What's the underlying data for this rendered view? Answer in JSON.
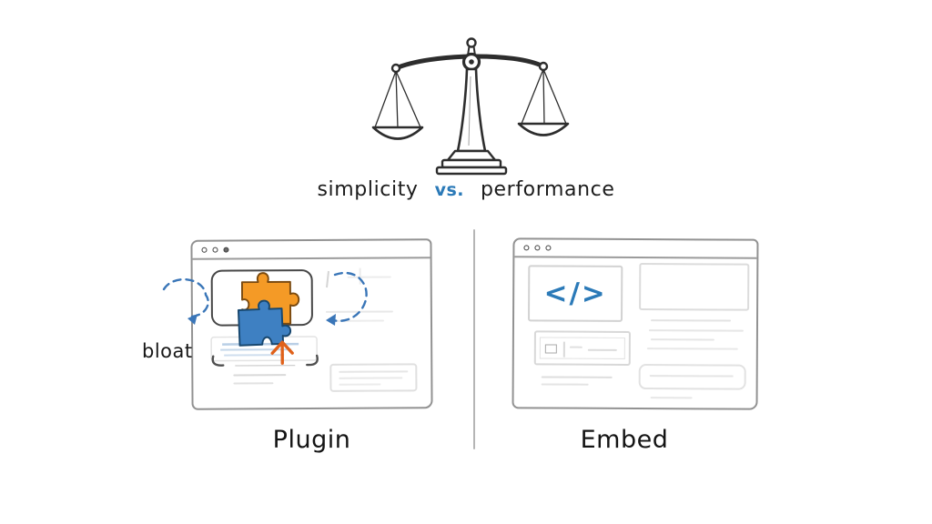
{
  "header": {
    "left_term": "simplicity",
    "vs": "vs.",
    "right_term": "performance"
  },
  "panels": {
    "left": {
      "label": "Plugin",
      "annotation": "bloat"
    },
    "right": {
      "label": "Embed",
      "code_glyph": "</>"
    }
  },
  "icons": {
    "scale": "balance-scale",
    "left_panel": "puzzle-pieces",
    "right_panel": "code-embed",
    "cycle": "dashed-refresh-arrows",
    "upload": "orange-up-arrow",
    "window_controls": "three-window-dots"
  },
  "colors": {
    "ink": "#2d2d2d",
    "accent_blue": "#2b7ab8",
    "puzzle_orange": "#f49a26",
    "puzzle_blue": "#3e80c2",
    "arrow_orange": "#e0611a",
    "sketch_gray": "#929292",
    "divider_gray": "#b5b5b5"
  }
}
